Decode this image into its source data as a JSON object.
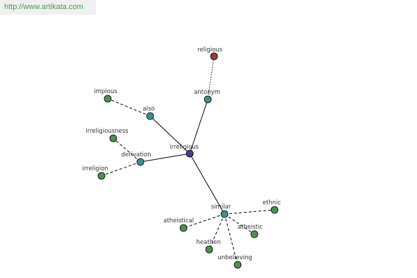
{
  "watermark": {
    "text": "http://www.artikata.com"
  },
  "colors": {
    "center": "#3f3f8f",
    "relation": "#3f8f8f",
    "word": "#4f8f4f",
    "antonym_word": "#8f3f3f",
    "stroke": "#000000"
  },
  "graph": {
    "nodes": [
      {
        "id": "irreligious",
        "label": "irreligious",
        "kind": "center"
      },
      {
        "id": "antonym",
        "label": "antonym",
        "kind": "relation"
      },
      {
        "id": "religious",
        "label": "religious",
        "kind": "antonym_word"
      },
      {
        "id": "also",
        "label": "also",
        "kind": "relation"
      },
      {
        "id": "impious",
        "label": "impious",
        "kind": "word"
      },
      {
        "id": "derivation",
        "label": "derivation",
        "kind": "relation"
      },
      {
        "id": "irreligiousness",
        "label": "irreligiousness",
        "kind": "word"
      },
      {
        "id": "irreligion",
        "label": "irreligion",
        "kind": "word"
      },
      {
        "id": "similar",
        "label": "similar",
        "kind": "relation"
      },
      {
        "id": "ethnic",
        "label": "ethnic",
        "kind": "word"
      },
      {
        "id": "atheistical",
        "label": "atheistical",
        "kind": "word"
      },
      {
        "id": "atheistic",
        "label": "atheistic",
        "kind": "word"
      },
      {
        "id": "heathen",
        "label": "heathen",
        "kind": "word"
      },
      {
        "id": "unbelieving",
        "label": "unbelieving",
        "kind": "word"
      }
    ],
    "edges": [
      {
        "from": "irreligious",
        "to": "antonym",
        "style": "solid"
      },
      {
        "from": "irreligious",
        "to": "also",
        "style": "solid"
      },
      {
        "from": "irreligious",
        "to": "derivation",
        "style": "solid"
      },
      {
        "from": "irreligious",
        "to": "similar",
        "style": "solid"
      },
      {
        "from": "antonym",
        "to": "religious",
        "style": "dotted"
      },
      {
        "from": "also",
        "to": "impious",
        "style": "dashed"
      },
      {
        "from": "derivation",
        "to": "irreligiousness",
        "style": "dashed"
      },
      {
        "from": "derivation",
        "to": "irreligion",
        "style": "dashed"
      },
      {
        "from": "similar",
        "to": "ethnic",
        "style": "dashed"
      },
      {
        "from": "similar",
        "to": "atheistical",
        "style": "dashed"
      },
      {
        "from": "similar",
        "to": "atheistic",
        "style": "dashed"
      },
      {
        "from": "similar",
        "to": "heathen",
        "style": "dashed"
      },
      {
        "from": "similar",
        "to": "unbelieving",
        "style": "dashed"
      }
    ]
  }
}
